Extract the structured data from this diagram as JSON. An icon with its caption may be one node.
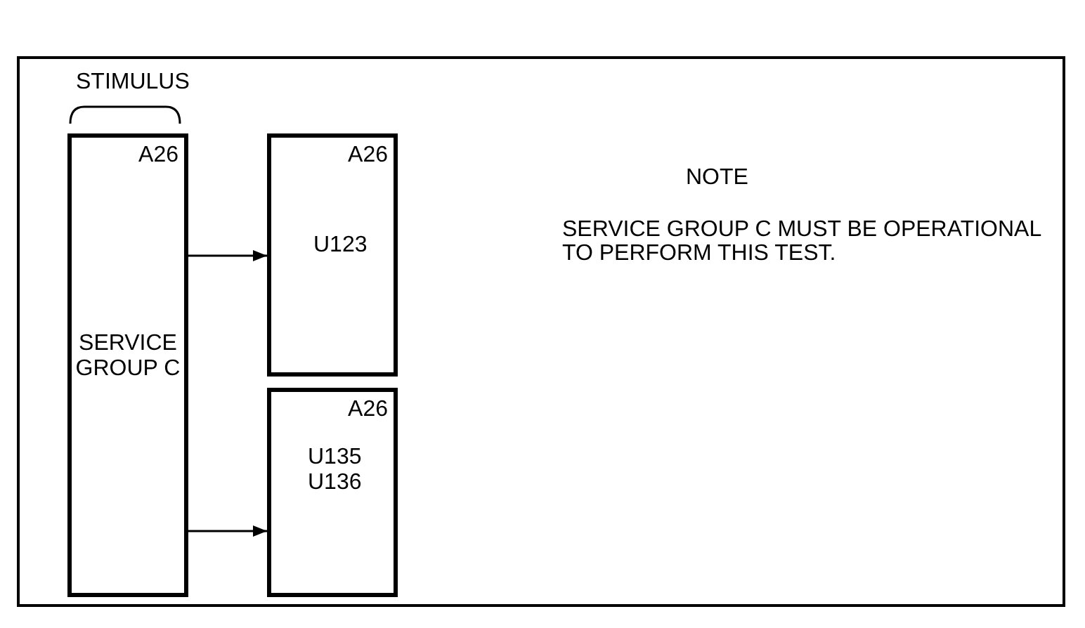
{
  "diagram": {
    "nodes": [
      {
        "text": [
          "A26",
          "SERVICE GROUP C"
        ]
      },
      {
        "text": [
          "A26",
          "U123"
        ]
      },
      {
        "text": [
          "A26",
          "U135 U136"
        ]
      }
    ],
    "edges": [
      {
        "from": 0,
        "to": 1,
        "arrow": "to"
      },
      {
        "from": 0,
        "to": 2,
        "arrow": "to"
      }
    ],
    "labels": [
      "STIMULUS",
      "NOTE",
      "SERVICE GROUP C MUST BE OPERATIONAL TO PERFORM THIS TEST."
    ]
  }
}
